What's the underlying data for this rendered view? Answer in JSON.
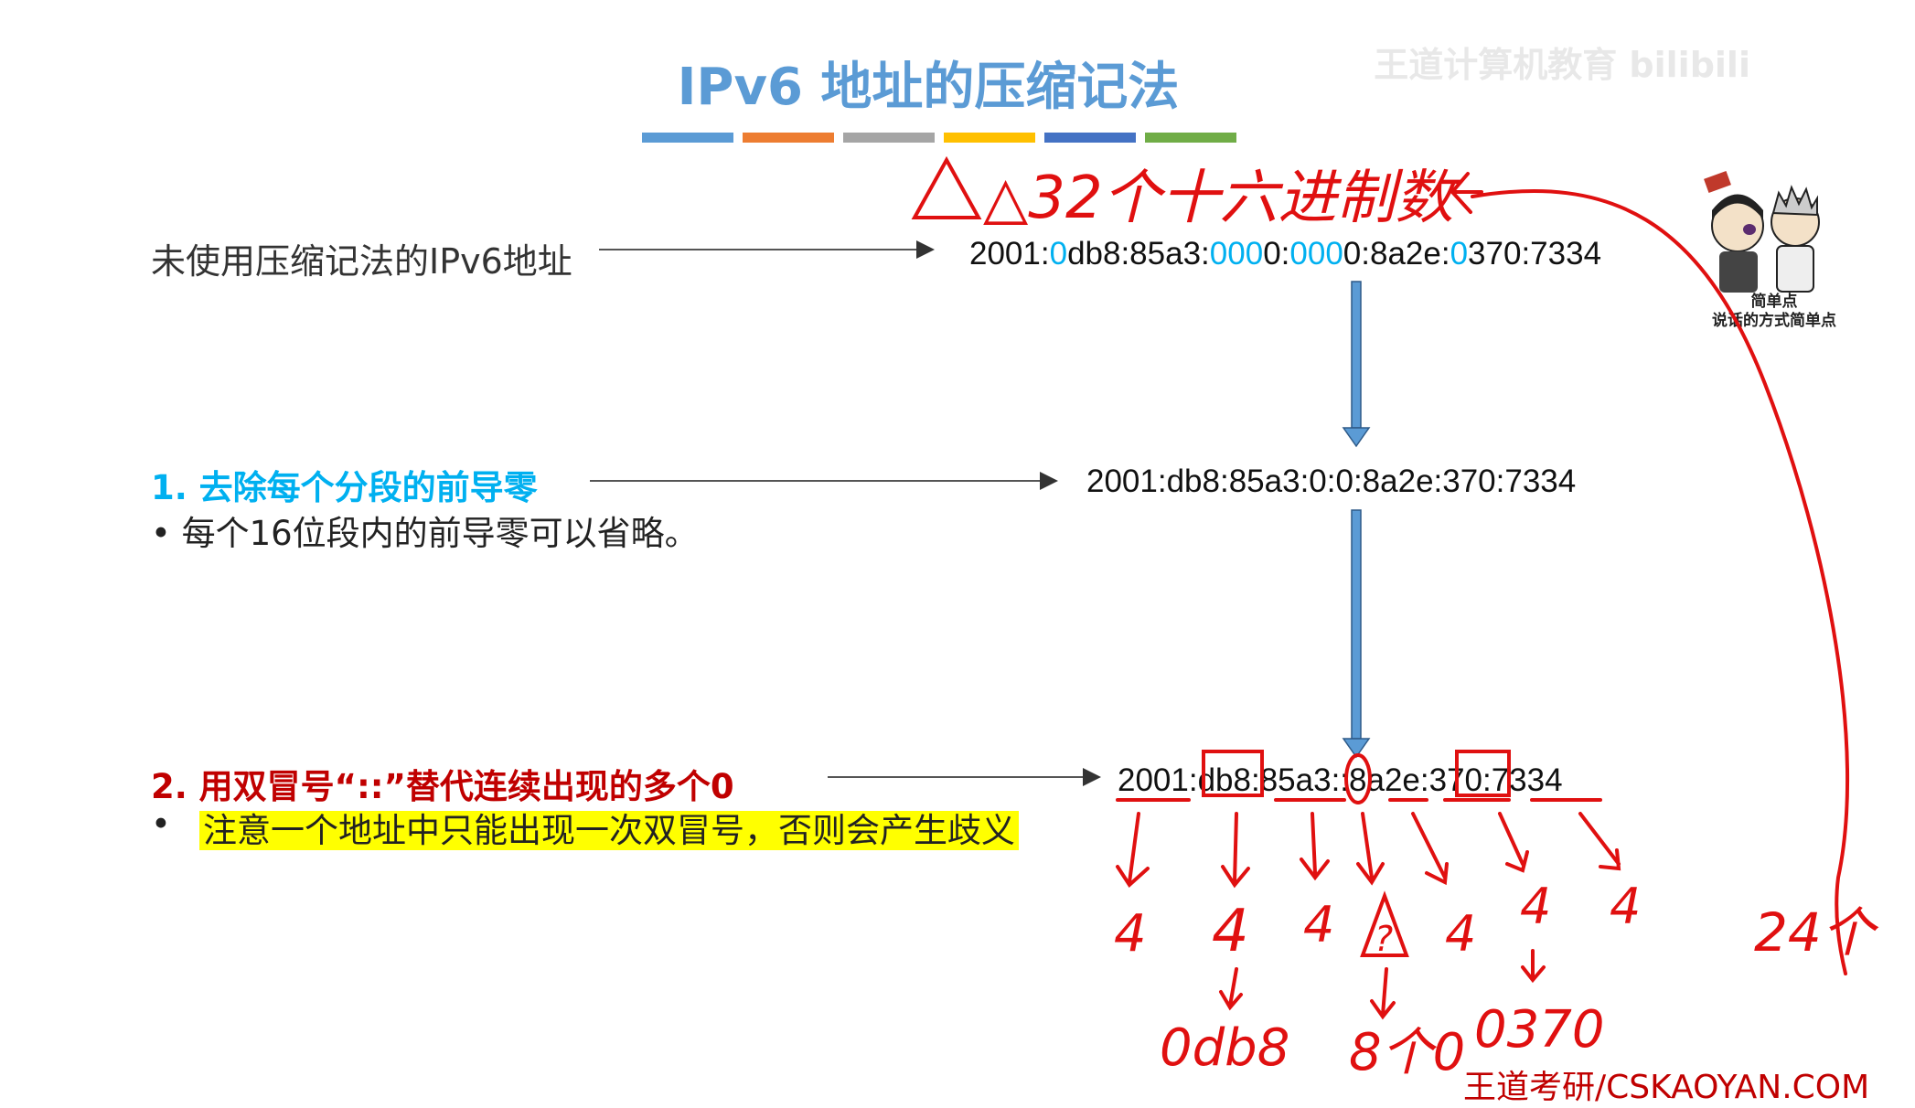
{
  "slide": {
    "title": "IPv6 地址的压缩记法",
    "title_color": "#5b9bd5",
    "color_bar": [
      "#5b9bd5",
      "#ed7d31",
      "#a5a5a5",
      "#ffc000",
      "#4472c4",
      "#70ad47"
    ]
  },
  "rows": {
    "original": {
      "label": "未使用压缩记法的IPv6地址",
      "address_parts": [
        {
          "text": "2001:",
          "zero": false
        },
        {
          "text": "0",
          "zero": true
        },
        {
          "text": "db8:85a3:",
          "zero": false
        },
        {
          "text": "000",
          "zero": true
        },
        {
          "text": "0:",
          "zero": false
        },
        {
          "text": "000",
          "zero": true
        },
        {
          "text": "0:8a2e:",
          "zero": false
        },
        {
          "text": "0",
          "zero": true
        },
        {
          "text": "370:7334",
          "zero": false
        }
      ]
    },
    "step1": {
      "heading": "1. 去除每个分段的前导零",
      "heading_color": "#00b0f0",
      "bullet": "• 每个16位段内的前导零可以省略。",
      "address": "2001:db8:85a3:0:0:8a2e:370:7334"
    },
    "step2": {
      "heading": "2. 用双冒号“::”替代连续出现的多个0",
      "heading_color": "#c00000",
      "bullet_marker": "•",
      "bullet": "注意一个地址中只能出现一次双冒号，否则会产生歧义",
      "highlight_color": "#ffff00",
      "address": "2001:db8:85a3::8a2e:370:7334"
    }
  },
  "annotations": {
    "note_top": "△32个十六进制数",
    "counts": [
      "4",
      "4",
      "4",
      "?",
      "4",
      "4",
      "4"
    ],
    "total": "24个",
    "expansions": [
      "0db8",
      "8个0",
      "0370"
    ],
    "ink_color": "#e01010"
  },
  "meme": {
    "caption_line1": "简单点",
    "caption_line2": "说话的方式简单点"
  },
  "watermark": "王道计算机教育 bilibili",
  "footer": "王道考研/CSKAOYAN.COM"
}
